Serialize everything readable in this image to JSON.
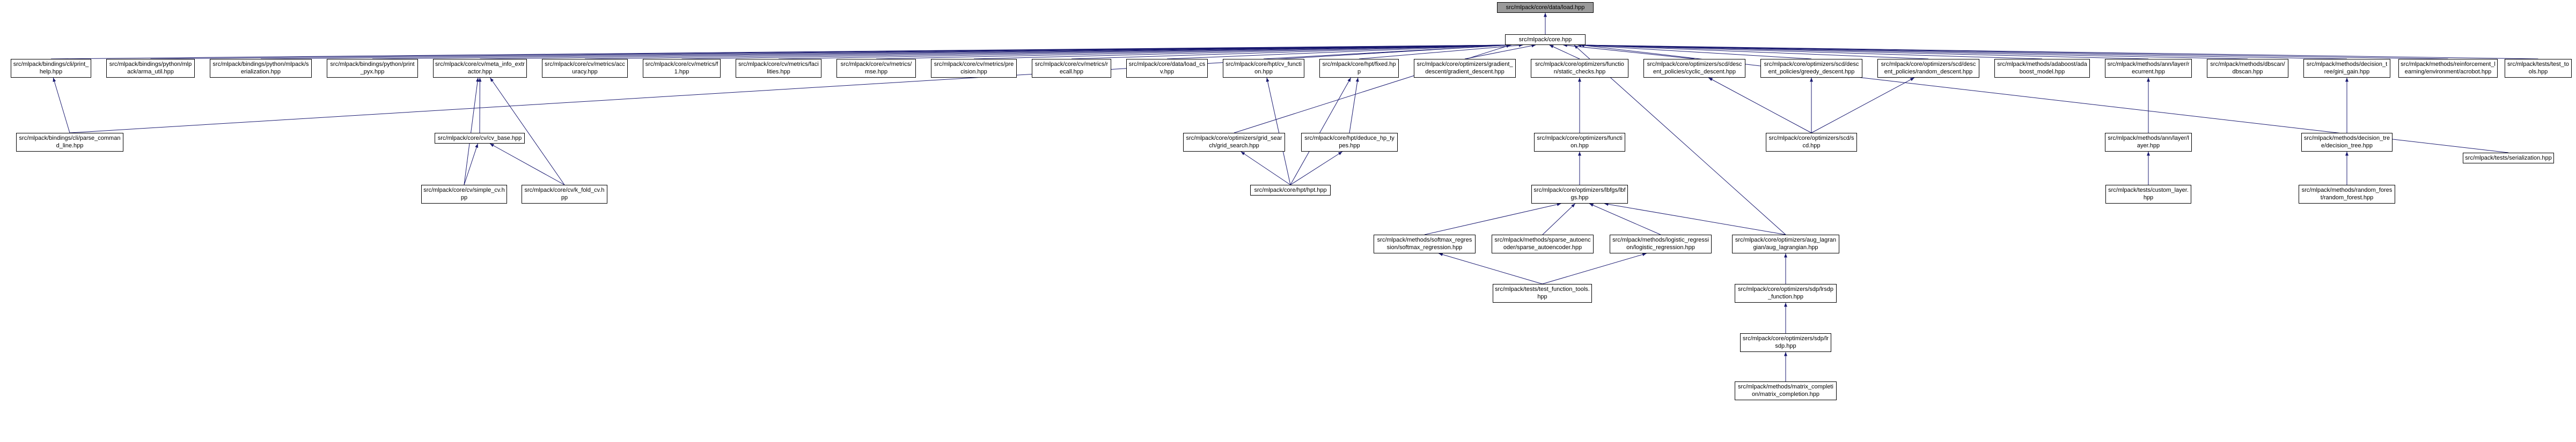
{
  "graph": {
    "type": "include-dependency-graph",
    "root_label": "src/mlpack/core/data/load.hpp",
    "edge_color": "#191970",
    "node_border_color": "#000000",
    "node_fill_color": "#ffffff",
    "root_fill_color": "#9a9a9a",
    "nodes": {
      "load": {
        "label": "src/mlpack/core/data/load.hpp"
      },
      "core": {
        "label": "src/mlpack/core.hpp"
      },
      "print_help": {
        "label": "src/mlpack/bindings/cli/print_help.hpp"
      },
      "arma_util": {
        "label": "src/mlpack/bindings/python/mlpack/arma_util.hpp"
      },
      "py_serialization": {
        "label": "src/mlpack/bindings/python/mlpack/serialization.hpp"
      },
      "print_pyx": {
        "label": "src/mlpack/bindings/python/print_pyx.hpp"
      },
      "meta_info_extractor": {
        "label": "src/mlpack/core/cv/meta_info_extractor.hpp"
      },
      "accuracy": {
        "label": "src/mlpack/core/cv/metrics/accuracy.hpp"
      },
      "f1": {
        "label": "src/mlpack/core/cv/metrics/f1.hpp"
      },
      "facilities": {
        "label": "src/mlpack/core/cv/metrics/facilities.hpp"
      },
      "mse": {
        "label": "src/mlpack/core/cv/metrics/mse.hpp"
      },
      "precision": {
        "label": "src/mlpack/core/cv/metrics/precision.hpp"
      },
      "recall": {
        "label": "src/mlpack/core/cv/metrics/recall.hpp"
      },
      "load_csv": {
        "label": "src/mlpack/core/data/load_csv.hpp"
      },
      "cv_function": {
        "label": "src/mlpack/core/hpt/cv_function.hpp"
      },
      "fixed": {
        "label": "src/mlpack/core/hpt/fixed.hpp"
      },
      "gradient_descent": {
        "label": "src/mlpack/core/optimizers/gradient_descent/gradient_descent.hpp"
      },
      "static_checks": {
        "label": "src/mlpack/core/optimizers/function/static_checks.hpp"
      },
      "cyclic_descent": {
        "label": "src/mlpack/core/optimizers/scd/descent_policies/cyclic_descent.hpp"
      },
      "greedy_descent": {
        "label": "src/mlpack/core/optimizers/scd/descent_policies/greedy_descent.hpp"
      },
      "random_descent": {
        "label": "src/mlpack/core/optimizers/scd/descent_policies/random_descent.hpp"
      },
      "adaboost_model": {
        "label": "src/mlpack/methods/adaboost/adaboost_model.hpp"
      },
      "recurrent": {
        "label": "src/mlpack/methods/ann/layer/recurrent.hpp"
      },
      "dbscan": {
        "label": "src/mlpack/methods/dbscan/dbscan.hpp"
      },
      "gini_gain": {
        "label": "src/mlpack/methods/decision_tree/gini_gain.hpp"
      },
      "acrobot": {
        "label": "src/mlpack/methods/reinforcement_learning/environment/acrobot.hpp"
      },
      "test_tools": {
        "label": "src/mlpack/tests/test_tools.hpp"
      },
      "parse_command_line": {
        "label": "src/mlpack/bindings/cli/parse_command_line.hpp"
      },
      "cv_base": {
        "label": "src/mlpack/core/cv/cv_base.hpp"
      },
      "grid_search": {
        "label": "src/mlpack/core/optimizers/grid_search/grid_search.hpp"
      },
      "deduce_hp_types": {
        "label": "src/mlpack/core/hpt/deduce_hp_types.hpp"
      },
      "function": {
        "label": "src/mlpack/core/optimizers/function.hpp"
      },
      "scd": {
        "label": "src/mlpack/core/optimizers/scd/scd.hpp"
      },
      "layer": {
        "label": "src/mlpack/methods/ann/layer/layer.hpp"
      },
      "decision_tree": {
        "label": "src/mlpack/methods/decision_tree/decision_tree.hpp"
      },
      "serialization_tests": {
        "label": "src/mlpack/tests/serialization.hpp"
      },
      "simple_cv": {
        "label": "src/mlpack/core/cv/simple_cv.hpp"
      },
      "k_fold_cv": {
        "label": "src/mlpack/core/cv/k_fold_cv.hpp"
      },
      "hpt": {
        "label": "src/mlpack/core/hpt/hpt.hpp"
      },
      "lbfgs": {
        "label": "src/mlpack/core/optimizers/lbfgs/lbfgs.hpp"
      },
      "custom_layer": {
        "label": "src/mlpack/tests/custom_layer.hpp"
      },
      "random_forest": {
        "label": "src/mlpack/methods/random_forest/random_forest.hpp"
      },
      "softmax_regression": {
        "label": "src/mlpack/methods/softmax_regression/softmax_regression.hpp"
      },
      "sparse_autoencoder": {
        "label": "src/mlpack/methods/sparse_autoencoder/sparse_autoencoder.hpp"
      },
      "logistic_regression": {
        "label": "src/mlpack/methods/logistic_regression/logistic_regression.hpp"
      },
      "aug_lagrangian": {
        "label": "src/mlpack/core/optimizers/aug_lagrangian/aug_lagrangian.hpp"
      },
      "test_function_tools": {
        "label": "src/mlpack/tests/test_function_tools.hpp"
      },
      "lrsdp_function": {
        "label": "src/mlpack/core/optimizers/sdp/lrsdp_function.hpp"
      },
      "lrsdp": {
        "label": "src/mlpack/core/optimizers/sdp/lrsdp.hpp"
      },
      "matrix_completion": {
        "label": "src/mlpack/methods/matrix_completion/matrix_completion.hpp"
      }
    },
    "edges": [
      [
        "core",
        "load"
      ],
      [
        "print_help",
        "core"
      ],
      [
        "arma_util",
        "core"
      ],
      [
        "py_serialization",
        "core"
      ],
      [
        "print_pyx",
        "core"
      ],
      [
        "meta_info_extractor",
        "core"
      ],
      [
        "accuracy",
        "core"
      ],
      [
        "f1",
        "core"
      ],
      [
        "facilities",
        "core"
      ],
      [
        "mse",
        "core"
      ],
      [
        "precision",
        "core"
      ],
      [
        "recall",
        "core"
      ],
      [
        "load_csv",
        "core"
      ],
      [
        "cv_function",
        "core"
      ],
      [
        "fixed",
        "core"
      ],
      [
        "gradient_descent",
        "core"
      ],
      [
        "static_checks",
        "core"
      ],
      [
        "cyclic_descent",
        "core"
      ],
      [
        "greedy_descent",
        "core"
      ],
      [
        "random_descent",
        "core"
      ],
      [
        "adaboost_model",
        "core"
      ],
      [
        "recurrent",
        "core"
      ],
      [
        "dbscan",
        "core"
      ],
      [
        "gini_gain",
        "core"
      ],
      [
        "acrobot",
        "core"
      ],
      [
        "test_tools",
        "core"
      ],
      [
        "parse_command_line",
        "core"
      ],
      [
        "grid_search",
        "core"
      ],
      [
        "aug_lagrangian",
        "core"
      ],
      [
        "serialization_tests",
        "core"
      ],
      [
        "parse_command_line",
        "print_help"
      ],
      [
        "cv_base",
        "meta_info_extractor"
      ],
      [
        "simple_cv",
        "meta_info_extractor"
      ],
      [
        "k_fold_cv",
        "meta_info_extractor"
      ],
      [
        "simple_cv",
        "cv_base"
      ],
      [
        "k_fold_cv",
        "cv_base"
      ],
      [
        "hpt",
        "cv_function"
      ],
      [
        "deduce_hp_types",
        "fixed"
      ],
      [
        "hpt",
        "fixed"
      ],
      [
        "hpt",
        "grid_search"
      ],
      [
        "hpt",
        "deduce_hp_types"
      ],
      [
        "function",
        "static_checks"
      ],
      [
        "lbfgs",
        "function"
      ],
      [
        "softmax_regression",
        "lbfgs"
      ],
      [
        "sparse_autoencoder",
        "lbfgs"
      ],
      [
        "logistic_regression",
        "lbfgs"
      ],
      [
        "aug_lagrangian",
        "lbfgs"
      ],
      [
        "scd",
        "cyclic_descent"
      ],
      [
        "scd",
        "greedy_descent"
      ],
      [
        "scd",
        "random_descent"
      ],
      [
        "layer",
        "recurrent"
      ],
      [
        "custom_layer",
        "layer"
      ],
      [
        "decision_tree",
        "gini_gain"
      ],
      [
        "random_forest",
        "decision_tree"
      ],
      [
        "test_function_tools",
        "softmax_regression"
      ],
      [
        "test_function_tools",
        "logistic_regression"
      ],
      [
        "lrsdp_function",
        "aug_lagrangian"
      ],
      [
        "lrsdp",
        "lrsdp_function"
      ],
      [
        "matrix_completion",
        "lrsdp"
      ]
    ]
  }
}
